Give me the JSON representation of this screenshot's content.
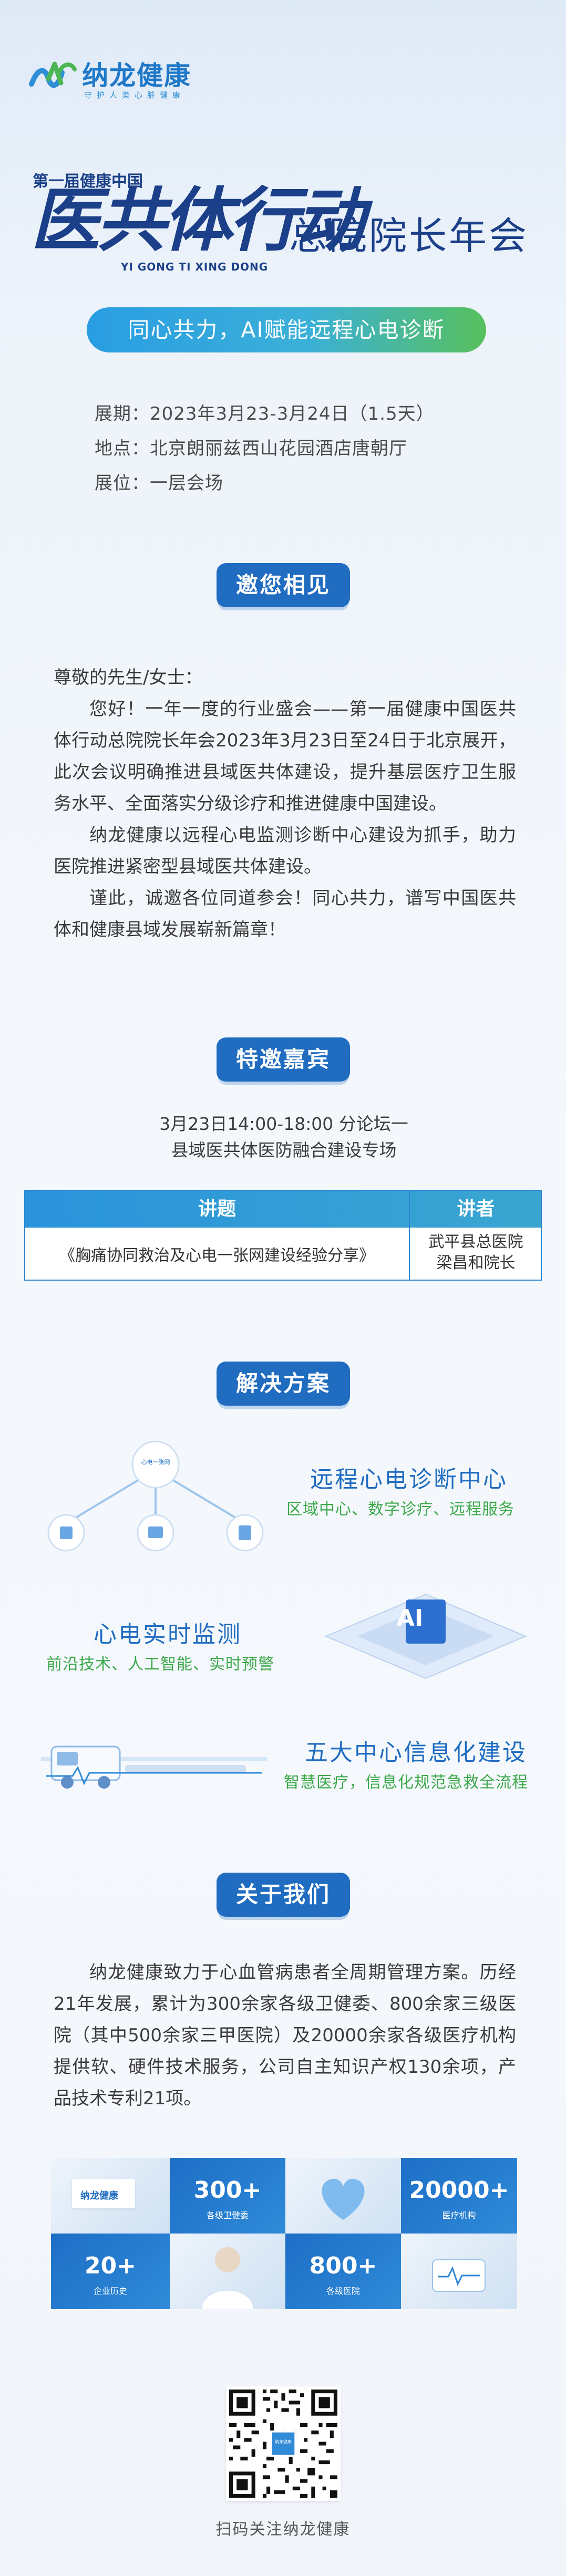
{
  "header": {
    "brand_name": "纳龙健康",
    "brand_slogan": "守护人类心脏健康",
    "event_prefix": "第一届健康中国",
    "event_main": "医共体行动",
    "event_pinyin": "YI GONG TI  XING DONG",
    "event_suffix": "总院院长年会",
    "slogan": "同心共力，AI赋能远程心电诊断"
  },
  "event_info": {
    "date": "展期：2023年3月23-3月24日（1.5天）",
    "venue": "地点：北京朗丽兹西山花园酒店唐朝厅",
    "booth": "展位：一层会场"
  },
  "invite": {
    "title": "邀您相见",
    "greeting": "尊敬的先生/女士：",
    "p1": "您好！一年一度的行业盛会——第一届健康中国医共体行动总院院长年会2023年3月23日至24日于北京展开，此次会议明确推进县域医共体建设，提升基层医疗卫生服务水平、全面落实分级诊疗和推进健康中国建设。",
    "p2": "纳龙健康以远程心电监测诊断中心建设为抓手，助力医院推进紧密型县域医共体建设。",
    "p3": "谨此，诚邀各位同道参会！同心共力，谱写中国医共体和健康县域发展崭新篇章！"
  },
  "guests": {
    "title": "特邀嘉宾",
    "forum_line1": "3月23日14:00-18:00 分论坛一",
    "forum_line2": "县域医共体医防融合建设专场",
    "col_topic": "讲题",
    "col_speaker": "讲者",
    "rows": [
      {
        "topic": "《胸痛协同救治及心电一张网建设经验分享》",
        "speaker_line1": "武平县总医院",
        "speaker_line2": "梁昌和院长"
      }
    ]
  },
  "solutions": {
    "title": "解决方案",
    "network_label": "心电一张网",
    "ai_badge": "AI",
    "items": [
      {
        "title": "远程心电诊断中心",
        "sub": "区域中心、数字诊疗、远程服务"
      },
      {
        "title": "心电实时监测",
        "sub": "前沿技术、人工智能、实时预警"
      },
      {
        "title": "五大中心信息化建设",
        "sub": "智慧医疗，信息化规范急救全流程"
      }
    ]
  },
  "about": {
    "title": "关于我们",
    "text": "纳龙健康致力于心血管病患者全周期管理方案。历经21年发展，累计为300余家各级卫健委、800余家三级医院（其中500余家三甲医院）及20000余家各级医疗机构提供软、硬件技术服务，公司自主知识产权130余项，产品技术专利21项。",
    "stats": [
      {
        "num": "300+",
        "label": "各级卫健委"
      },
      {
        "num": "20000+",
        "label": "医疗机构"
      },
      {
        "num": "20+",
        "label": "企业历史"
      },
      {
        "num": "800+",
        "label": "各级医院"
      }
    ],
    "office_sign": "纳龙健康",
    "qr_caption": "扫码关注纳龙健康",
    "qr_logo_text": "纳龙健康"
  },
  "colors": {
    "brand_blue": "#1f6cc0",
    "accent_green": "#3ca84a",
    "dark_navy": "#1b3f88"
  }
}
